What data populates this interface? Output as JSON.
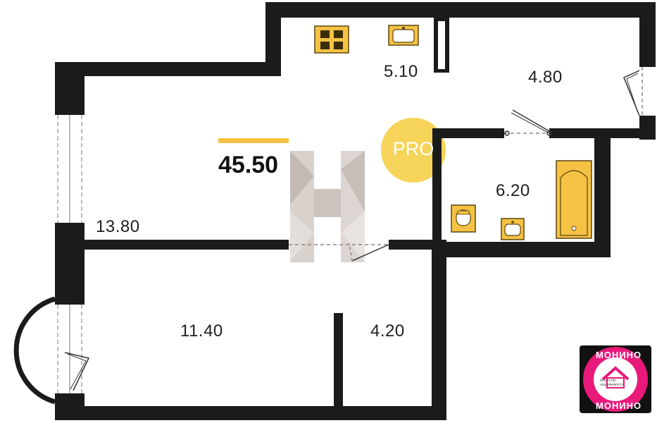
{
  "plan": {
    "total_area": "45.50",
    "rooms": [
      {
        "id": "kitchen",
        "area": "5.10"
      },
      {
        "id": "hall",
        "area": "4.80"
      },
      {
        "id": "bathroom",
        "area": "6.20"
      },
      {
        "id": "living-room",
        "area": "13.80"
      },
      {
        "id": "bedroom",
        "area": "11.40"
      },
      {
        "id": "wardrobe",
        "area": "4.20"
      }
    ]
  },
  "badge": {
    "label": "PRO"
  },
  "logo": {
    "top_text": "МОНИНО",
    "bottom_text": "МОНИНО",
    "subtitle": "Агентство недвижимости"
  },
  "colors": {
    "wall": "#1b1b1b",
    "fixture_fill": "#f6c244",
    "fixture_stroke": "#5b4712",
    "accent_bar": "#f6c244",
    "pro_badge": "#f4cc3c",
    "logo_bg": "#111111",
    "logo_accent": "#e8197a",
    "watermark": "#c9bfb9"
  }
}
